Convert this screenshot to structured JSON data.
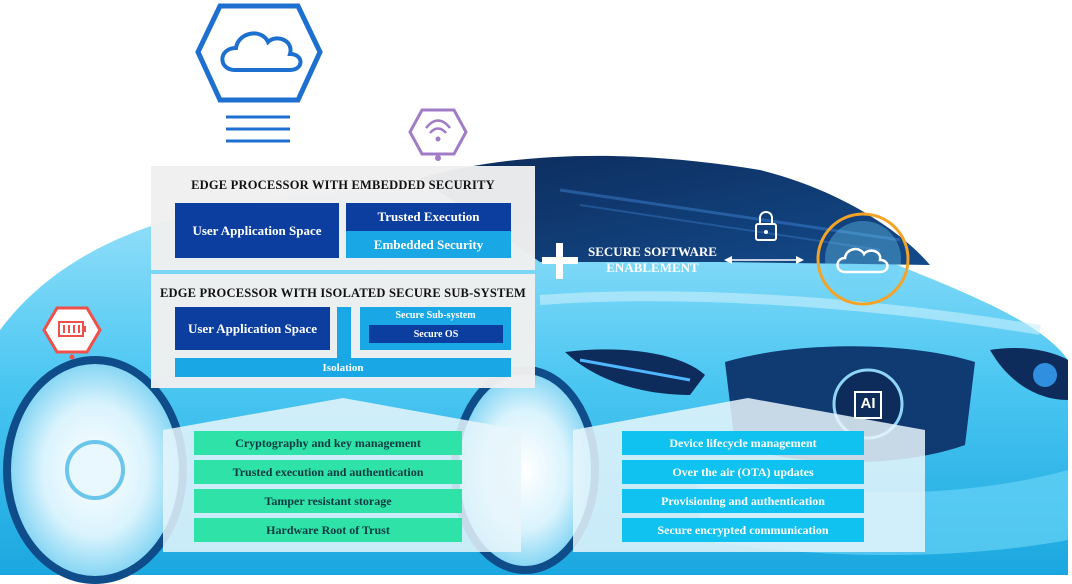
{
  "top_panel": {
    "title": "EDGE PROCESSOR WITH EMBEDDED SECURITY",
    "user_space": "User Application Space",
    "trusted_execution": "Trusted Execution",
    "embedded_security": "Embedded Security"
  },
  "bottom_panel": {
    "title": "EDGE PROCESSOR WITH ISOLATED SECURE SUB-SYSTEM",
    "user_space": "User Application Space",
    "secure_subsystem": "Secure Sub-system",
    "secure_os": "Secure OS",
    "isolation": "Isolation"
  },
  "secure_software": {
    "line1": "SECURE SOFTWARE",
    "line2": "ENABLEMENT"
  },
  "ai_chip_label": "AI",
  "left_features": [
    "Cryptography and key management",
    "Trusted execution and authentication",
    "Tamper resistant storage",
    "Hardware Root of Trust"
  ],
  "right_features": [
    "Device lifecycle management",
    "Over the air  (OTA) updates",
    "Provisioning and authentication",
    "Secure encrypted communication"
  ],
  "colors": {
    "dark_blue": "#0b3e9f",
    "light_blue": "#19a7e6",
    "green_bar": "#2fe2a8",
    "cyan_bar": "#10c2ef",
    "cloud_hex_blue": "#1d6fd0",
    "wifi_purple": "#a07cc7",
    "battery_red": "#f0504a",
    "orange_ring": "#f4a326"
  }
}
